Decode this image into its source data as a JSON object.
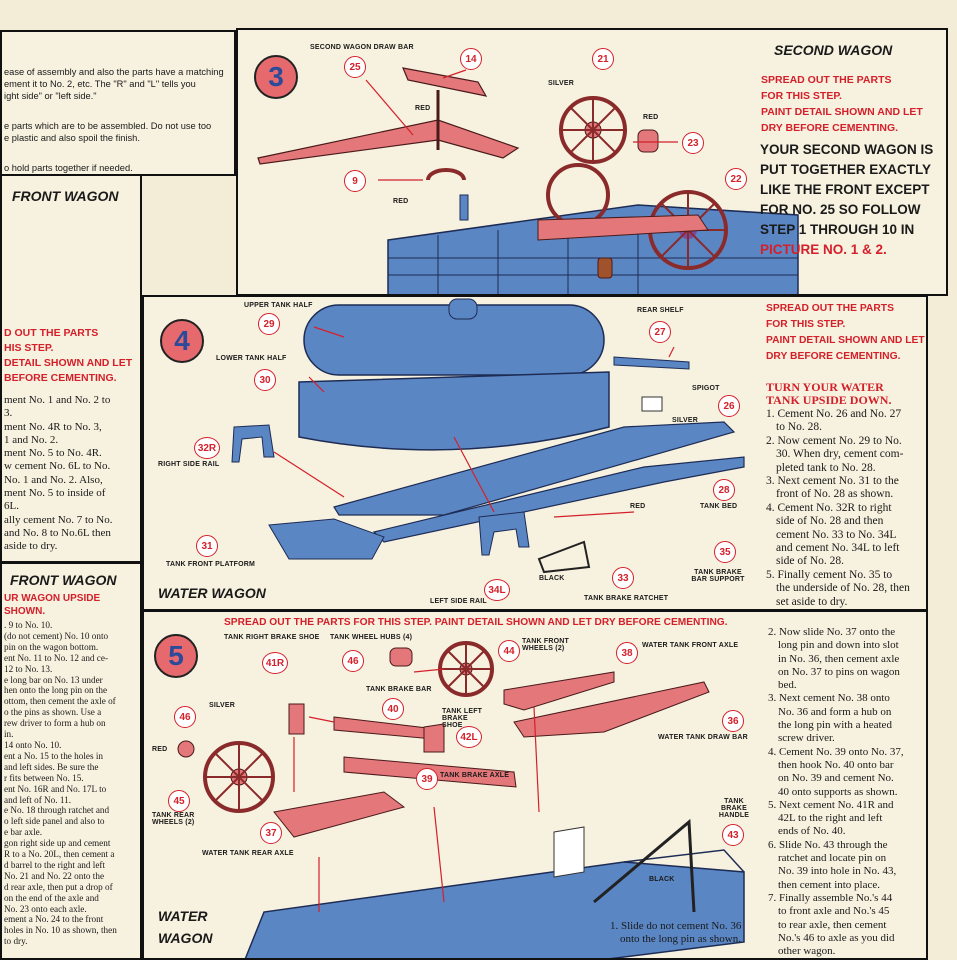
{
  "left_col": {
    "top_lines": [
      "ease of assembly and also the parts have a matching",
      "ement it to No. 2, etc. The \"R\" and \"L\" tells you",
      "ight side\" or \"left side.\"",
      "e parts which are to be assembled. Do not use too",
      "e plastic and also spoil the finish.",
      "o hold parts together if needed."
    ],
    "front_wagon_heading": "FRONT WAGON",
    "red_lines": [
      "D OUT THE PARTS",
      "HIS STEP.",
      "DETAIL SHOWN AND LET",
      "BEFORE CEMENTING."
    ],
    "steps1": [
      "ment No. 1 and No. 2 to",
      "3.",
      "ment No. 4R to No. 3,",
      "1 and No. 2.",
      "ment No. 5 to No. 4R.",
      "w cement No. 6L to No.",
      "No. 1 and No. 2. Also,",
      "ment No. 5 to inside of",
      "6L.",
      "ally cement No. 7 to No.",
      "and No. 8 to No.6L then",
      "aside to dry."
    ],
    "front_wagon_heading2": "FRONT WAGON",
    "red_lines2": [
      "UR WAGON UPSIDE",
      "SHOWN."
    ],
    "steps2": [
      ". 9 to No. 10.",
      "(do not cement) No. 10 onto",
      "pin on the wagon bottom.",
      "ent No. 11 to No. 12 and ce-",
      "12 to No. 13.",
      "e long bar on No. 13 under",
      "hen onto the long pin on the",
      "ottom, then cement the axle of",
      "o the pins as shown. Use a",
      "rew driver to form a hub on",
      "in.",
      "14 onto No. 10.",
      "ent a No. 15 to the holes in",
      "and left sides. Be sure the",
      "r fits between No. 15.",
      "ent No. 16R and No. 17L to",
      "and left of No. 11.",
      "e No. 18 through ratchet and",
      "o left side panel and also to",
      "e bar axle.",
      "gon right side up and cement",
      "R to a No. 20L, then cement a",
      "d barrel to the right and left",
      "No. 21 and No. 22 onto the",
      "d rear axle, then put a drop of",
      "on the end of the axle and",
      "No. 23 onto each axle.",
      "ement a No. 24 to the front",
      "holes in No. 10 as shown, then",
      "to dry."
    ]
  },
  "step3": {
    "number": "3",
    "heading": "SECOND WAGON",
    "red_lines": [
      "SPREAD OUT THE PARTS",
      "FOR THIS STEP.",
      "PAINT DETAIL SHOWN AND LET",
      "DRY BEFORE CEMENTING."
    ],
    "big_lines": [
      "YOUR SECOND WAGON IS",
      "PUT TOGETHER EXACTLY",
      "LIKE THE FRONT EXCEPT",
      "FOR NO. 25 SO FOLLOW",
      "STEP 1 THROUGH 10 IN",
      "PICTURE NO. 1 & 2."
    ],
    "labels": {
      "draw_bar": "SECOND WAGON DRAW BAR",
      "silver": "SILVER",
      "red1": "RED",
      "red2": "RED",
      "red3": "RED"
    },
    "parts": [
      "25",
      "14",
      "21",
      "23",
      "9",
      "22"
    ]
  },
  "step4": {
    "number": "4",
    "footer": "WATER WAGON",
    "red_lines": [
      "SPREAD OUT THE PARTS",
      "FOR THIS STEP.",
      "PAINT DETAIL SHOWN AND LET",
      "DRY BEFORE CEMENTING."
    ],
    "sub_heading": [
      "TURN YOUR WATER",
      "TANK UPSIDE DOWN."
    ],
    "steps": [
      "1. Cement No. 26 and No. 27",
      "to No. 28.",
      "2. Now cement No. 29 to No.",
      "30. When dry, cement com-",
      "pleted tank to No. 28.",
      "3. Next cement No. 31 to the",
      "front of No. 28 as shown.",
      "4. Cement No. 32R to right",
      "side of No. 28 and then",
      "cement No. 33 to No. 34L",
      "and cement No. 34L to left",
      "side of No. 28.",
      "5. Finally cement No. 35 to",
      "the underside of No. 28, then",
      "set aside to dry."
    ],
    "labels": {
      "upper": "UPPER TANK HALF",
      "lower": "LOWER TANK HALF",
      "rear_shelf": "REAR SHELF",
      "spigot": "SPIGOT",
      "silver": "SILVER",
      "right_rail": "RIGHT SIDE RAIL",
      "tank_bed": "TANK BED",
      "red": "RED",
      "platform": "TANK FRONT PLATFORM",
      "black": "BLACK",
      "brake_support": "TANK BRAKE BAR SUPPORT",
      "left_rail": "LEFT SIDE RAIL",
      "ratchet": "TANK BRAKE RATCHET"
    },
    "parts": [
      "29",
      "30",
      "27",
      "26",
      "32R",
      "28",
      "31",
      "35",
      "34L",
      "33"
    ]
  },
  "step5": {
    "number": "5",
    "red_header": "SPREAD OUT THE PARTS FOR THIS STEP.  PAINT DETAIL SHOWN AND LET DRY BEFORE CEMENTING.",
    "footer1": "WATER",
    "footer2": "WAGON",
    "steps_right": [
      "2. Now slide No. 37 onto the",
      "long pin and down into slot",
      "in No. 36, then cement axle",
      "on No. 37 to pins on wagon",
      "bed.",
      "3. Next cement No. 38 onto",
      "No. 36 and form a hub on",
      "the long pin with a heated",
      "screw driver.",
      "4. Cement No. 39 onto No. 37,",
      "then hook No. 40 onto bar",
      "on No. 39 and cement No.",
      "40 onto supports as shown.",
      "5. Next cement No. 41R and",
      "42L to the right and left",
      "ends of No. 40.",
      "6. Slide No. 43 through the",
      "ratchet and locate pin on",
      "No. 39 into hole in No. 43,",
      "then cement into place.",
      "7. Finally assemble No.'s 44",
      "to front axle and No.'s 45",
      "to rear axle, then cement",
      "No.'s 46 to axle as you did",
      "other wagon."
    ],
    "step1": [
      "1. Slide do not cement No. 36",
      "onto the long pin as shown."
    ],
    "labels": {
      "brake_shoe": "TANK RIGHT BRAKE SHOE",
      "wheel_hubs": "TANK WHEEL HUBS (4)",
      "front_wheels": "TANK FRONT WHEELS (2)",
      "front_axle": "WATER TANK FRONT AXLE",
      "brake_bar": "TANK BRAKE BAR",
      "silver": "SILVER",
      "red": "RED",
      "left_shoe": "TANK LEFT BRAKE SHOE",
      "draw_bar": "WATER TANK DRAW BAR",
      "brake_axle": "TANK BRAKE AXLE",
      "rear_wheels": "TANK REAR WHEELS (2)",
      "rear_axle": "WATER TANK REAR AXLE",
      "handle": "TANK BRAKE HANDLE",
      "black": "BLACK"
    },
    "parts": [
      "41R",
      "46",
      "44",
      "38",
      "40",
      "42L",
      "36",
      "46",
      "39",
      "45",
      "37",
      "43"
    ]
  },
  "colors": {
    "red": "#d4202a",
    "blue": "#5b86c4",
    "salmon": "#e3777a",
    "paper": "#f7f1df"
  }
}
